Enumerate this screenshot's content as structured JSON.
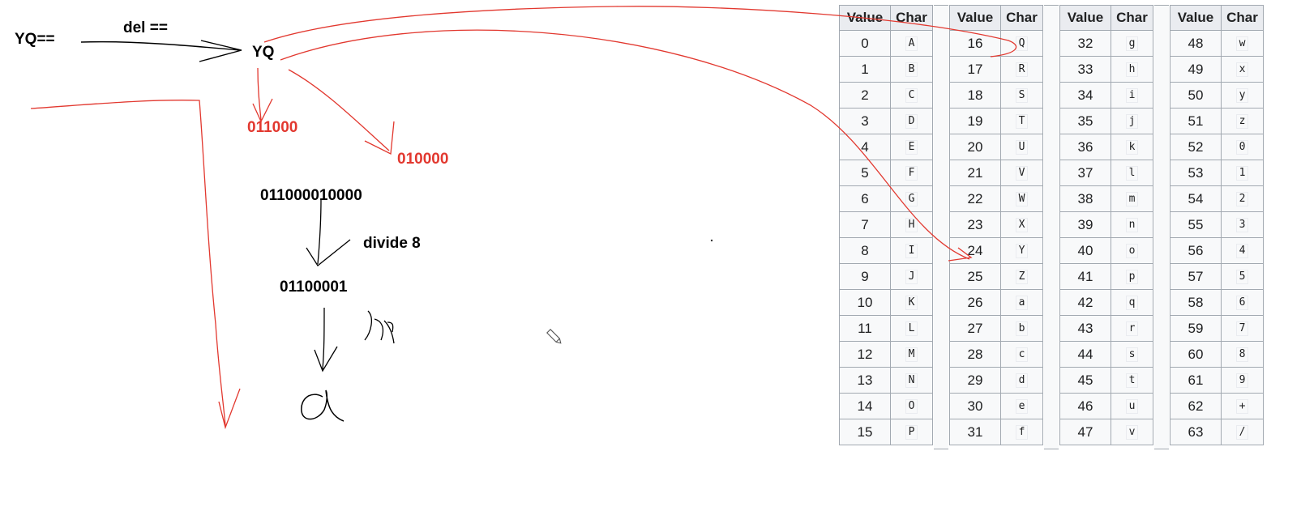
{
  "labels": {
    "input": "YQ==",
    "del": "del ==",
    "stripped": "YQ",
    "bin_y": "011000",
    "bin_q": "010000",
    "bin_joined": "011000010000",
    "divide": "divide 8",
    "byte": "01100001"
  },
  "table": {
    "header_value": "Value",
    "header_char": "Char",
    "columns": [
      [
        [
          "0",
          "A"
        ],
        [
          "1",
          "B"
        ],
        [
          "2",
          "C"
        ],
        [
          "3",
          "D"
        ],
        [
          "4",
          "E"
        ],
        [
          "5",
          "F"
        ],
        [
          "6",
          "G"
        ],
        [
          "7",
          "H"
        ],
        [
          "8",
          "I"
        ],
        [
          "9",
          "J"
        ],
        [
          "10",
          "K"
        ],
        [
          "11",
          "L"
        ],
        [
          "12",
          "M"
        ],
        [
          "13",
          "N"
        ],
        [
          "14",
          "O"
        ],
        [
          "15",
          "P"
        ]
      ],
      [
        [
          "16",
          "Q"
        ],
        [
          "17",
          "R"
        ],
        [
          "18",
          "S"
        ],
        [
          "19",
          "T"
        ],
        [
          "20",
          "U"
        ],
        [
          "21",
          "V"
        ],
        [
          "22",
          "W"
        ],
        [
          "23",
          "X"
        ],
        [
          "24",
          "Y"
        ],
        [
          "25",
          "Z"
        ],
        [
          "26",
          "a"
        ],
        [
          "27",
          "b"
        ],
        [
          "28",
          "c"
        ],
        [
          "29",
          "d"
        ],
        [
          "30",
          "e"
        ],
        [
          "31",
          "f"
        ]
      ],
      [
        [
          "32",
          "g"
        ],
        [
          "33",
          "h"
        ],
        [
          "34",
          "i"
        ],
        [
          "35",
          "j"
        ],
        [
          "36",
          "k"
        ],
        [
          "37",
          "l"
        ],
        [
          "38",
          "m"
        ],
        [
          "39",
          "n"
        ],
        [
          "40",
          "o"
        ],
        [
          "41",
          "p"
        ],
        [
          "42",
          "q"
        ],
        [
          "43",
          "r"
        ],
        [
          "44",
          "s"
        ],
        [
          "45",
          "t"
        ],
        [
          "46",
          "u"
        ],
        [
          "47",
          "v"
        ]
      ],
      [
        [
          "48",
          "w"
        ],
        [
          "49",
          "x"
        ],
        [
          "50",
          "y"
        ],
        [
          "51",
          "z"
        ],
        [
          "52",
          "0"
        ],
        [
          "53",
          "1"
        ],
        [
          "54",
          "2"
        ],
        [
          "55",
          "3"
        ],
        [
          "56",
          "4"
        ],
        [
          "57",
          "5"
        ],
        [
          "58",
          "6"
        ],
        [
          "59",
          "7"
        ],
        [
          "60",
          "8"
        ],
        [
          "61",
          "9"
        ],
        [
          "62",
          "+"
        ],
        [
          "63",
          "/"
        ]
      ]
    ]
  },
  "colors": {
    "accent_red": "#e2382f",
    "ink": "#000000",
    "table_header": "#eaecf0",
    "table_border": "#a2a9b1"
  },
  "icons": {
    "pencil": "pencil-icon",
    "handwritten_result": "handwritten-a"
  }
}
